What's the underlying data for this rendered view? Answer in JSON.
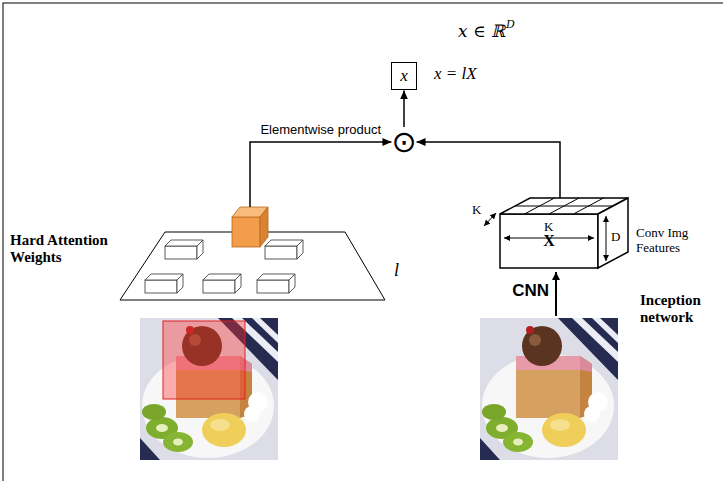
{
  "diagram": {
    "nodes": [
      {
        "text": [
          "x"
        ]
      },
      {
        "text": [
          "⊙"
        ]
      },
      {
        "text": [
          "Hard Attention Weights",
          "l"
        ]
      },
      {
        "text": [
          "X"
        ]
      }
    ],
    "edges": [
      {
        "from": 2,
        "to": 1,
        "arrow": "to",
        "label": "Elementwise product"
      },
      {
        "from": 3,
        "to": 1,
        "arrow": "to"
      },
      {
        "from": 1,
        "to": 0,
        "arrow": "to"
      }
    ],
    "labels": [
      "x ∈ ℝ",
      "D",
      "x = lX",
      "K",
      "K",
      "D",
      "Conv Img Features",
      "CNN",
      "Inception network"
    ]
  }
}
